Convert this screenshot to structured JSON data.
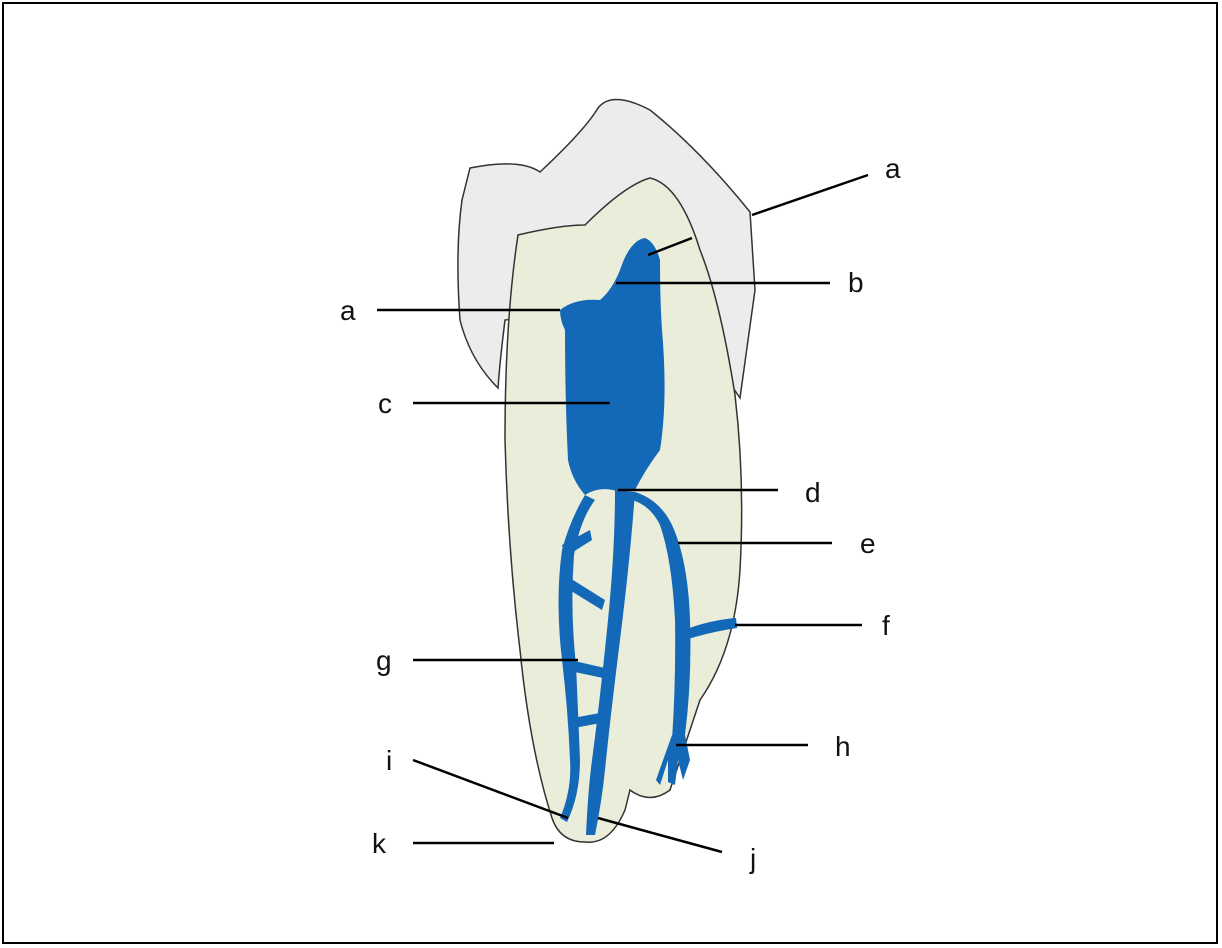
{
  "labels": {
    "a_top_right": "a",
    "b": "b",
    "a_left": "a",
    "c": "c",
    "d": "d",
    "e": "e",
    "f": "f",
    "g": "g",
    "h": "h",
    "i": "i",
    "k": "k",
    "j": "j"
  },
  "colors": {
    "enamel": "#ececec",
    "dentin": "#eaedd9",
    "pulp": "#1468b8",
    "outline": "#333333",
    "leader": "#000000"
  }
}
